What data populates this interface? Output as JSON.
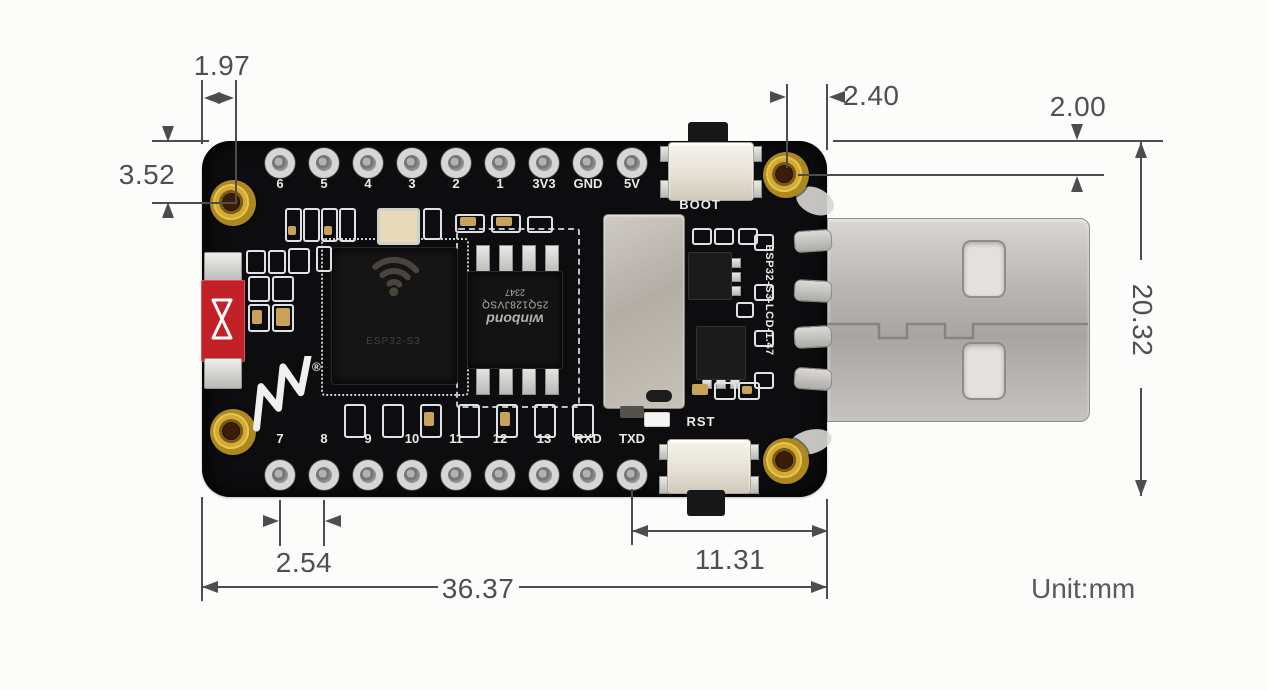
{
  "unit": {
    "label": "Unit:mm"
  },
  "dimensions": {
    "hole_inset_x_left": "1.97",
    "hole_inset_y_left": "3.52",
    "hole_inset_x_right": "2.40",
    "hole_inset_y_right": "2.00",
    "board_height": "20.32",
    "pin_pitch": "2.54",
    "txd_to_edge": "11.31",
    "board_length": "36.37"
  },
  "board": {
    "top_pin_labels": [
      "6",
      "5",
      "4",
      "3",
      "2",
      "1",
      "3V3",
      "GND",
      "5V"
    ],
    "bottom_pin_labels": [
      "7",
      "8",
      "9",
      "10",
      "11",
      "12",
      "13",
      "RXD",
      "TXD"
    ],
    "boot_button_label": "BOOT",
    "reset_button_label": "RST",
    "model_silkscreen": "ESP32-S3-LCD-1.47",
    "mcu_marking": "ESP32-S3",
    "flash_marking": {
      "brand": "winbond",
      "part": "25Q128JVSQ",
      "date_code": "2347"
    },
    "registered_symbol": "®"
  },
  "colors": {
    "background": "#fcfcfa",
    "pcb": "#0d0d0f",
    "dimension_lines": "#4d4d4d",
    "gold_holes": "#d3ab34",
    "usb_shell": "#bab8b4",
    "red_component": "#c32128",
    "silkscreen": "#e9e9e9"
  }
}
